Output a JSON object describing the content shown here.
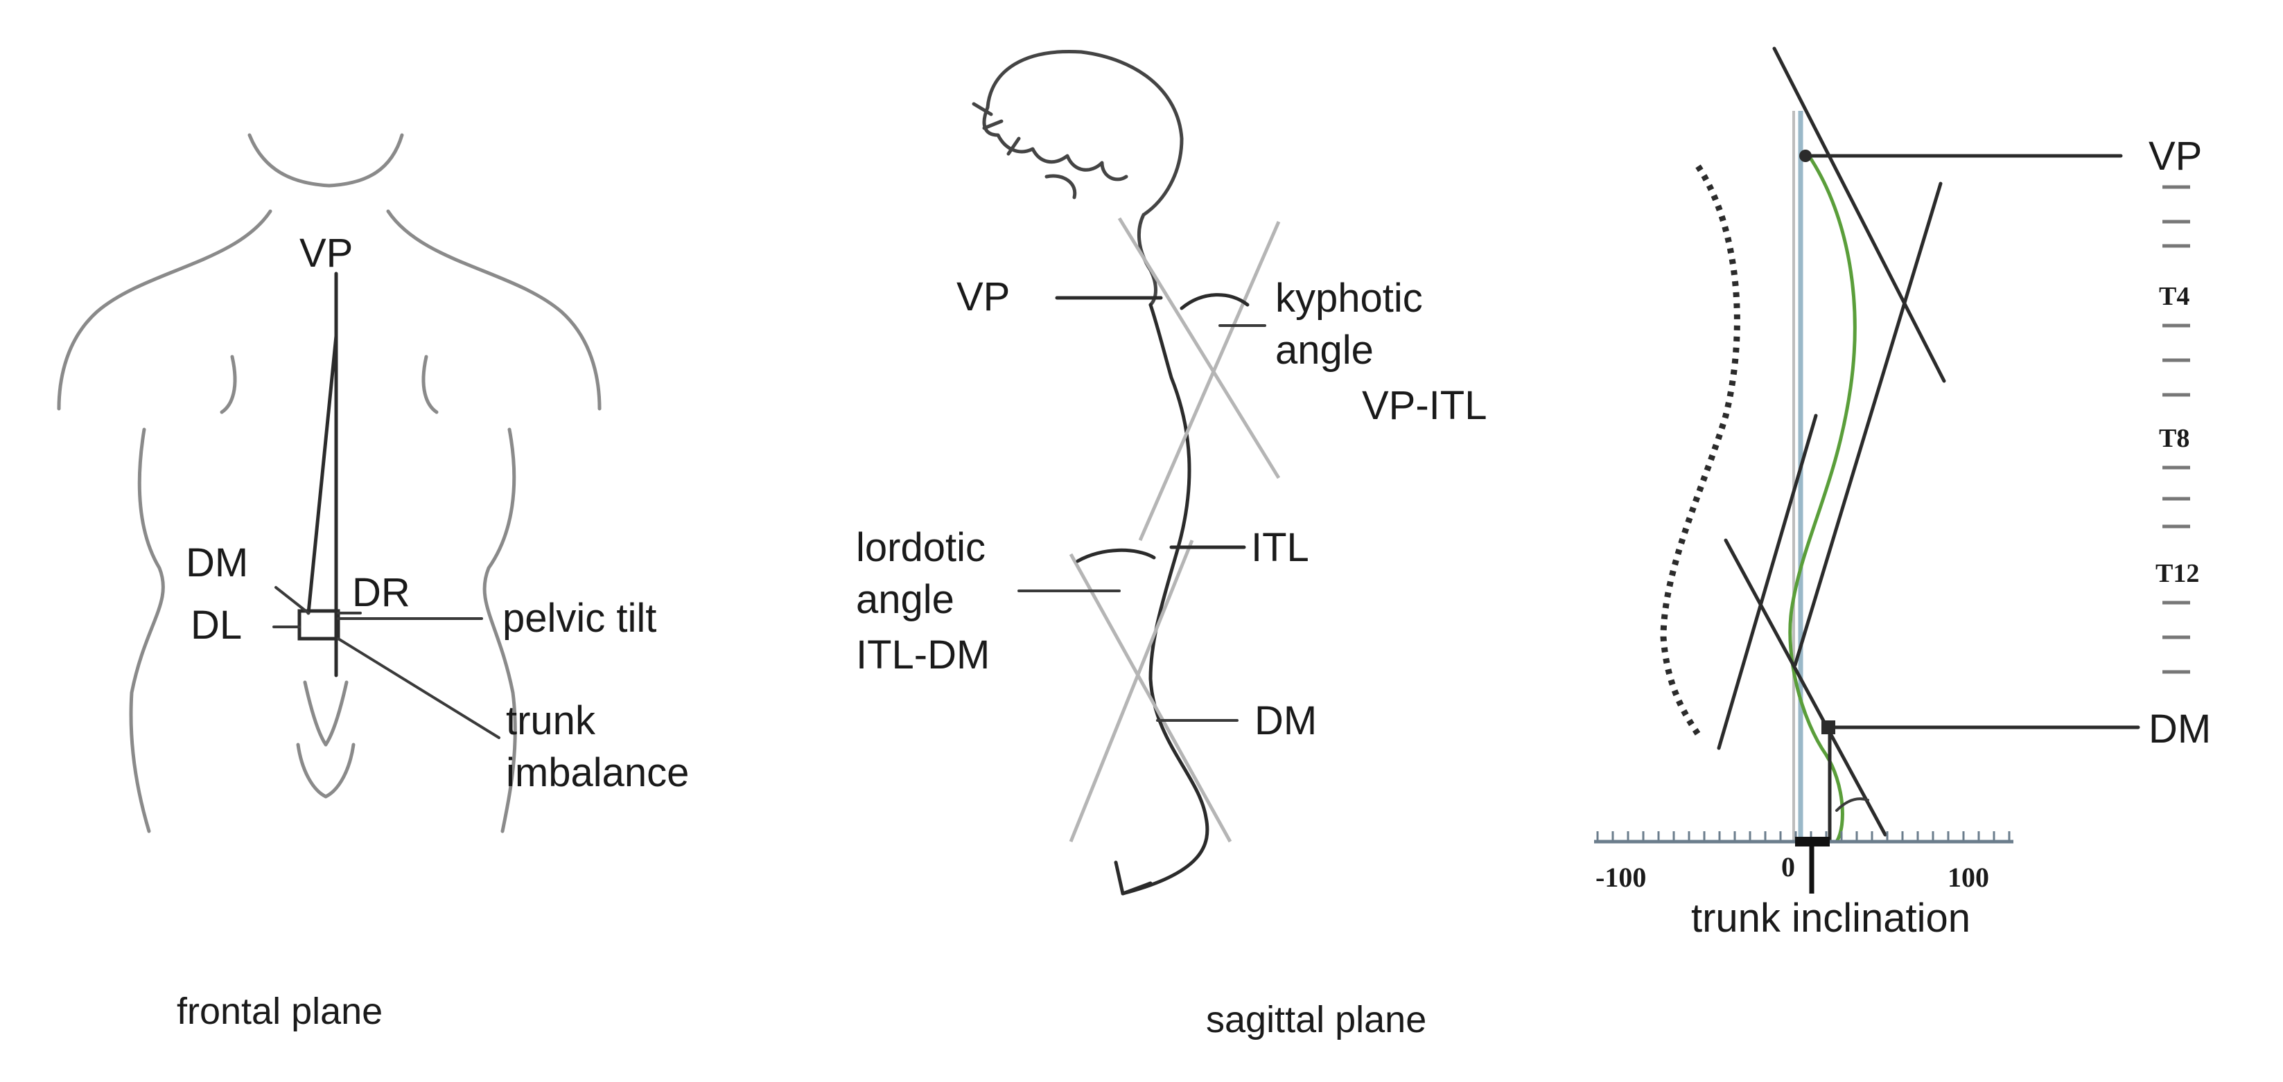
{
  "frontal": {
    "vp": "VP",
    "dm": "DM",
    "dl": "DL",
    "dr": "DR",
    "pelvic_tilt": "pelvic tilt",
    "trunk_line1": "trunk",
    "trunk_line2": "imbalance",
    "caption": "frontal plane"
  },
  "sagittal": {
    "vp": "VP",
    "kyphotic_line1": "kyphotic",
    "kyphotic_line2": "angle",
    "kyphotic_line3": "VP-ITL",
    "lordotic_line1": "lordotic",
    "lordotic_line2": "angle",
    "lordotic_line3": "ITL-DM",
    "itl": "ITL",
    "dm": "DM",
    "caption": "sagittal plane"
  },
  "inclination": {
    "vp": "VP",
    "dm": "DM",
    "vertebrae": [
      "T4",
      "T8",
      "T12"
    ],
    "axis_ticks": [
      "-100",
      "0",
      "100"
    ],
    "caption": "trunk inclination",
    "colors": {
      "ink": "#2b2b2b",
      "profile": "#5a9e3a",
      "plumb": "#9ab8c8"
    }
  }
}
